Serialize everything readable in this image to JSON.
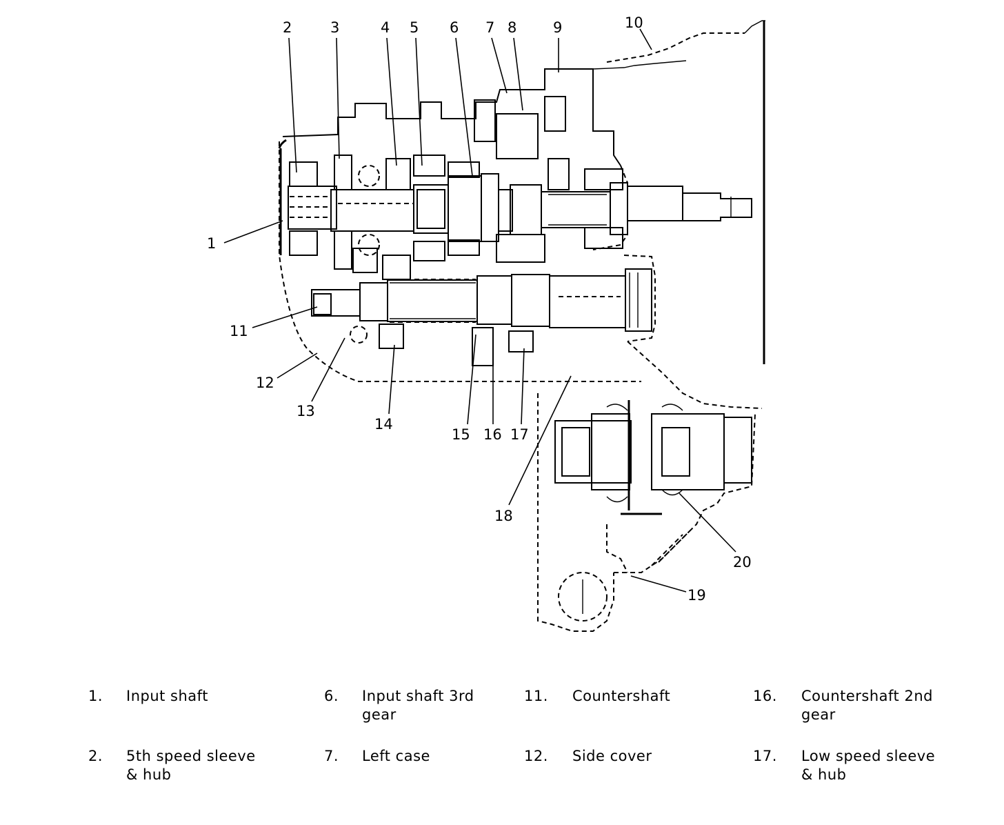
{
  "callouts": [
    "1",
    "2",
    "3",
    "4",
    "5",
    "6",
    "7",
    "8",
    "9",
    "10",
    "11",
    "12",
    "13",
    "14",
    "15",
    "16",
    "17",
    "18",
    "19",
    "20"
  ],
  "legend": [
    {
      "num": "1.",
      "text": "Input shaft"
    },
    {
      "num": "2.",
      "text": "5th speed sleeve & hub"
    },
    {
      "num": "6.",
      "text": "Input shaft 3rd gear"
    },
    {
      "num": "7.",
      "text": "Left case"
    },
    {
      "num": "11.",
      "text": "Countershaft"
    },
    {
      "num": "12.",
      "text": "Side cover"
    },
    {
      "num": "16.",
      "text": "Countershaft 2nd gear"
    },
    {
      "num": "17.",
      "text": "Low speed sleeve & hub"
    }
  ]
}
